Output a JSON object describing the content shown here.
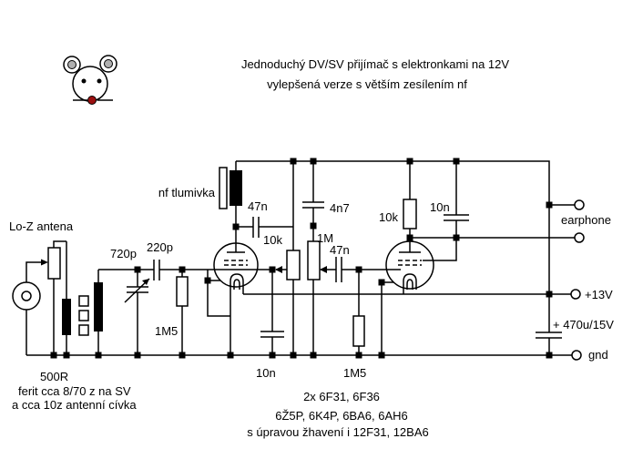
{
  "title": {
    "line1": "Jednoduchý DV/SV přijímač s elektronkami na 12V",
    "line2": "vylepšená verze s větším zesílením nf"
  },
  "mouse": {
    "nose_color": "#9b1010",
    "ear_inner_color": "#b0b0b0"
  },
  "labels": {
    "antenna": "Lo-Z antena",
    "choke": "nf tlumivka",
    "cap47n_1": "47n",
    "pot10k": "10k",
    "cap720p": "720p",
    "cap220p": "220p",
    "res1m5_1": "1M5",
    "cap4n7": "4n7",
    "pot1m": "1M",
    "cap47n_2": "47n",
    "res10k": "10k",
    "cap10n_top": "10n",
    "cap10n_bottom": "10n",
    "res1m5_2": "1M5",
    "cap470u": "+ 470u/15V",
    "earphone": "earphone",
    "plus13v": "+13V",
    "gnd": "gnd",
    "pot500r": "500R"
  },
  "notes": {
    "antenna_line1": "ferit cca 8/70 z na SV",
    "antenna_line2": "a cca 10z antenní cívka",
    "tubes_line1": "2x 6F31, 6F36",
    "tubes_line2": "6Ž5P, 6K4P, 6BA6, 6AH6",
    "tubes_line3": "s úpravou žhavení i 12F31, 12BA6"
  }
}
